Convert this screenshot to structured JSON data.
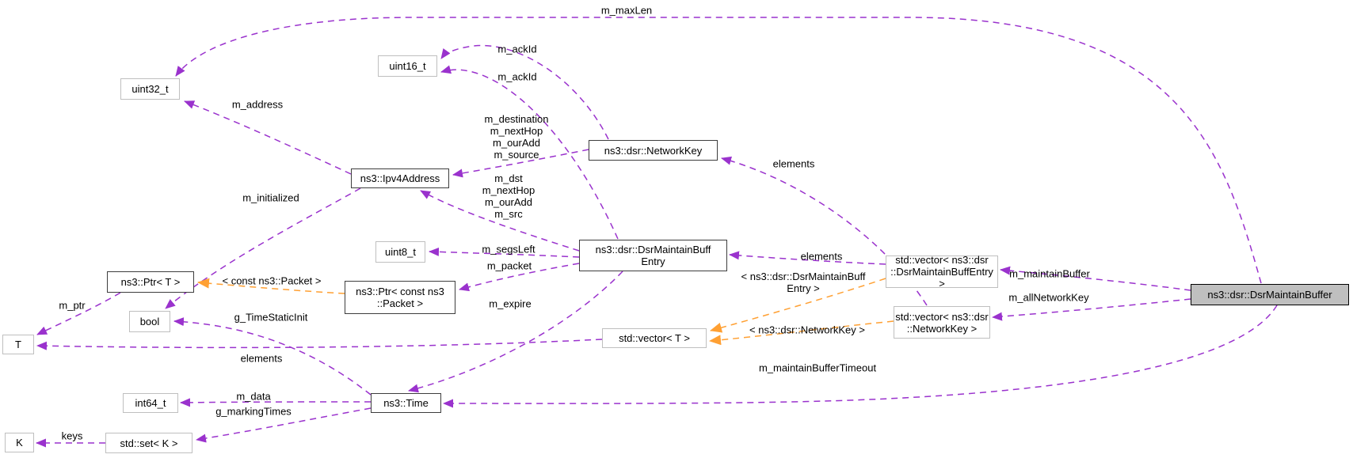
{
  "diagram": {
    "kind": "doxygen-collaboration-graph",
    "main_class": "ns3::dsr::DsrMaintainBuffer",
    "colors": {
      "member_edge": "#9a32cd",
      "template_edge": "#ffa033",
      "documented_node_border": "#3d3d3d",
      "plain_node_border": "#bfbfbf",
      "main_node_fill": "#bfbfbf",
      "background": "#ffffff"
    },
    "nodes": {
      "uint32_t": {
        "label": "uint32_t"
      },
      "uint16_t": {
        "label": "uint16_t"
      },
      "network_key": {
        "label": "ns3::dsr::NetworkKey"
      },
      "ipv4_address": {
        "label": "ns3::Ipv4Address"
      },
      "uint8_t": {
        "label": "uint8_t"
      },
      "maintain_buff_entry": {
        "label": "ns3::dsr::DsrMaintainBuff\nEntry"
      },
      "ptr_t": {
        "label": "ns3::Ptr< T >"
      },
      "ptr_const_packet": {
        "label": "ns3::Ptr< const ns3\n::Packet >"
      },
      "bool": {
        "label": "bool"
      },
      "t": {
        "label": "T"
      },
      "vector_t": {
        "label": "std::vector< T >"
      },
      "vector_entry": {
        "label": "std::vector< ns3::dsr\n::DsrMaintainBuffEntry >"
      },
      "vector_network_key": {
        "label": "std::vector< ns3::dsr\n::NetworkKey >"
      },
      "main": {
        "label": "ns3::dsr::DsrMaintainBuffer"
      },
      "int64_t": {
        "label": "int64_t"
      },
      "time": {
        "label": "ns3::Time"
      },
      "k": {
        "label": "K"
      },
      "set_k": {
        "label": "std::set< K >"
      }
    },
    "edge_labels": {
      "m_maxLen": "m_maxLen",
      "m_ackId_1": "m_ackId",
      "m_ackId_2": "m_ackId",
      "m_address": "m_address",
      "network_key_members": "m_destination\nm_nextHop\nm_ourAdd\nm_source",
      "m_initialized": "m_initialized",
      "entry_addresses": "m_dst\nm_nextHop\nm_ourAdd\nm_src",
      "m_segsLeft": "m_segsLeft",
      "m_packet": "m_packet",
      "tmpl_const_packet": "< const ns3::Packet >",
      "m_ptr": "m_ptr",
      "g_TimeStaticInit": "g_TimeStaticInit",
      "m_expire": "m_expire",
      "elements_network_key": "elements",
      "elements_entry": "elements",
      "elements_t": "elements",
      "tmpl_entry": "< ns3::dsr::DsrMaintainBuff\nEntry >",
      "tmpl_network_key": "< ns3::dsr::NetworkKey >",
      "m_maintainBuffer": "m_maintainBuffer",
      "m_allNetworkKey": "m_allNetworkKey",
      "m_maintainBufferTimeout": "m_maintainBufferTimeout",
      "m_data": "m_data",
      "g_markingTimes": "g_markingTimes",
      "keys": "keys"
    }
  }
}
